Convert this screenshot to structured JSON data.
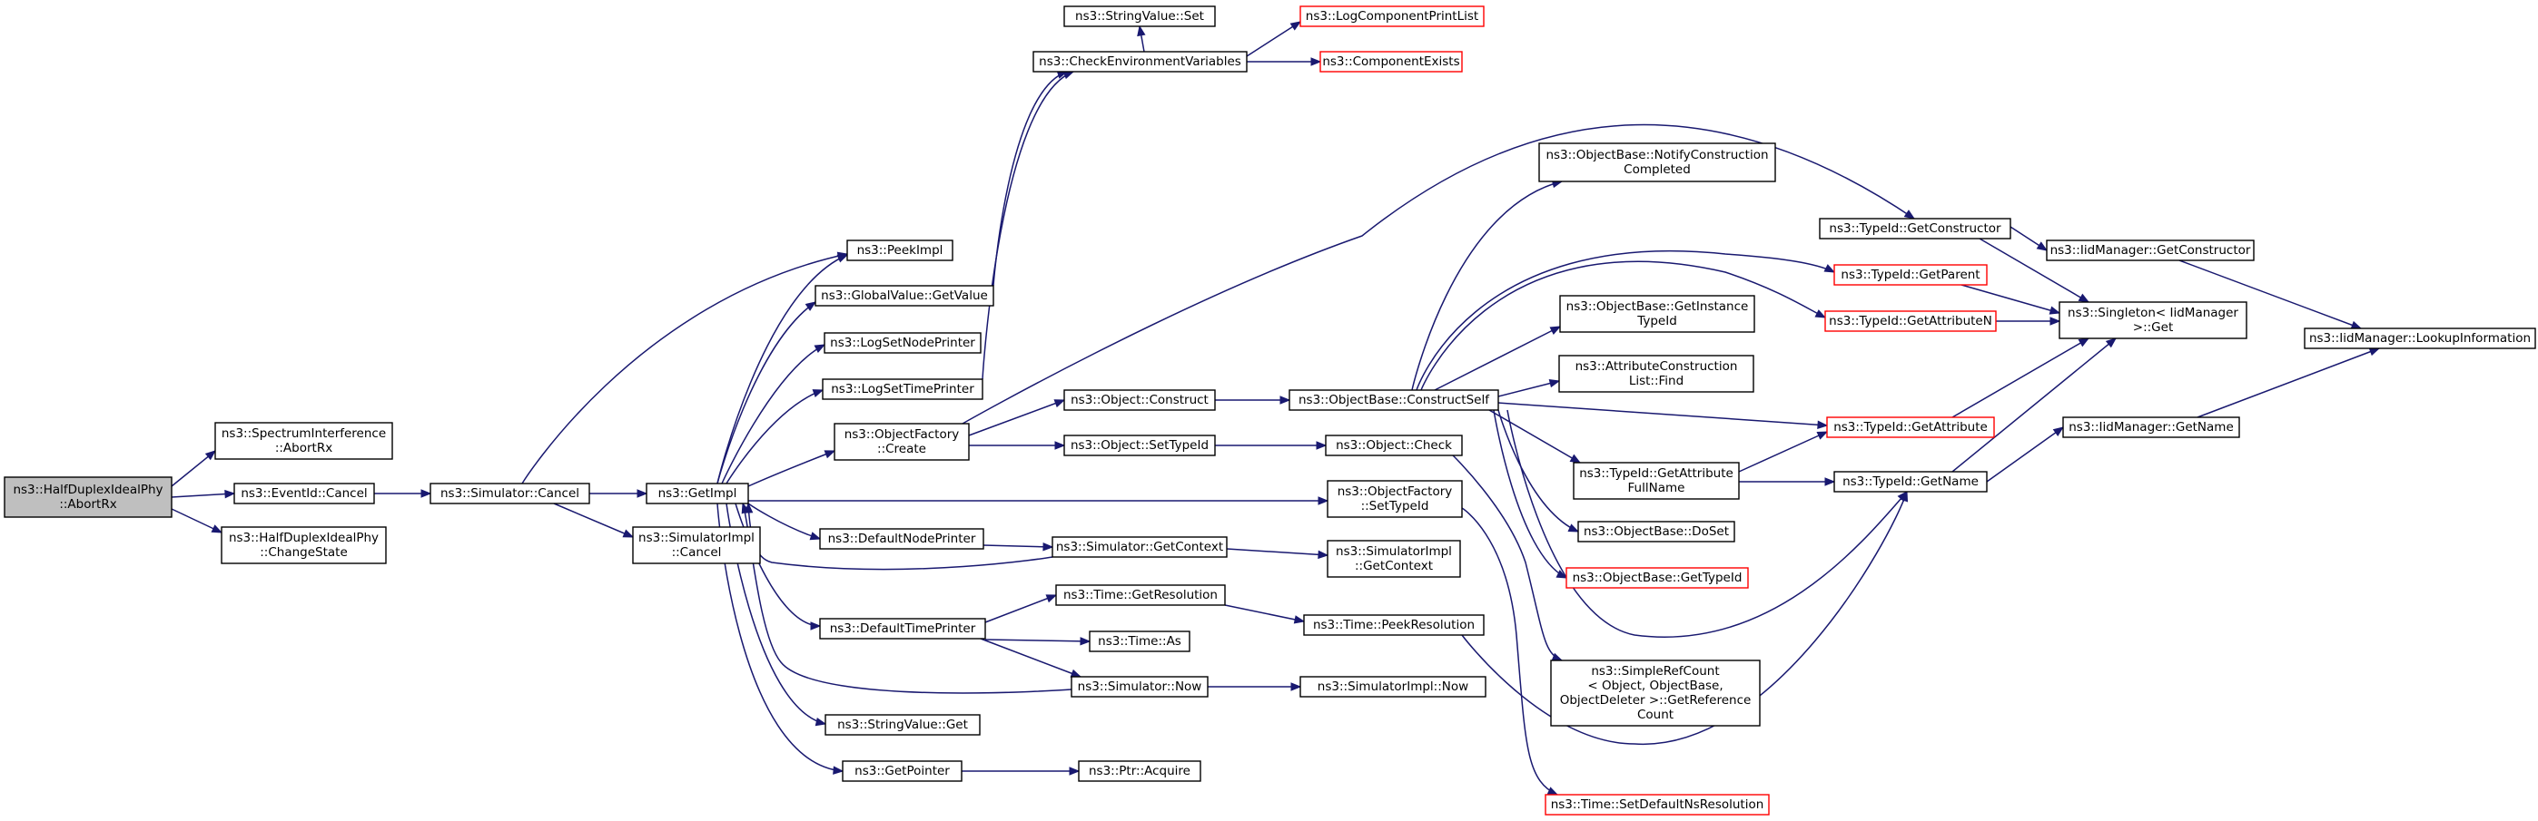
{
  "nodes": {
    "root": [
      "ns3::HalfDuplexIdealPhy",
      "::AbortRx"
    ],
    "spectrum_abortrx": [
      "ns3::SpectrumInterference",
      "::AbortRx"
    ],
    "eventid_cancel": [
      "ns3::EventId::Cancel"
    ],
    "changestate": [
      "ns3::HalfDuplexIdealPhy",
      "::ChangeState"
    ],
    "sim_cancel": [
      "ns3::Simulator::Cancel"
    ],
    "getimpl": [
      "ns3::GetImpl"
    ],
    "simimpl_cancel": [
      "ns3::SimulatorImpl",
      "::Cancel"
    ],
    "peekimpl": [
      "ns3::PeekImpl"
    ],
    "gv_getvalue": [
      "ns3::GlobalValue::GetValue"
    ],
    "logsetnodeprinter": [
      "ns3::LogSetNodePrinter"
    ],
    "logsettimeprinter": [
      "ns3::LogSetTimePrinter"
    ],
    "of_create": [
      "ns3::ObjectFactory",
      "::Create"
    ],
    "defaultnodeprinter": [
      "ns3::DefaultNodePrinter"
    ],
    "defaulttimeprinter": [
      "ns3::DefaultTimePrinter"
    ],
    "stringvalue_get": [
      "ns3::StringValue::Get"
    ],
    "getpointer": [
      "ns3::GetPointer"
    ],
    "stringvalue_set": [
      "ns3::StringValue::Set"
    ],
    "checkenv": [
      "ns3::CheckEnvironmentVariables"
    ],
    "logcompprintlist": [
      "ns3::LogComponentPrintList"
    ],
    "compexists": [
      "ns3::ComponentExists"
    ],
    "obj_construct": [
      "ns3::Object::Construct"
    ],
    "obj_settypeid": [
      "ns3::Object::SetTypeId"
    ],
    "sim_getcontext": [
      "ns3::Simulator::GetContext"
    ],
    "time_getres": [
      "ns3::Time::GetResolution"
    ],
    "time_as": [
      "ns3::Time::As"
    ],
    "sim_now": [
      "ns3::Simulator::Now"
    ],
    "ptr_acquire": [
      "ns3::Ptr::Acquire"
    ],
    "ob_constructself": [
      "ns3::ObjectBase::ConstructSelf"
    ],
    "obj_check": [
      "ns3::Object::Check"
    ],
    "of_settypeid": [
      "ns3::ObjectFactory",
      "::SetTypeId"
    ],
    "simimpl_getcontext": [
      "ns3::SimulatorImpl",
      "::GetContext"
    ],
    "time_peekres": [
      "ns3::Time::PeekResolution"
    ],
    "simimpl_now": [
      "ns3::SimulatorImpl::Now"
    ],
    "ob_notify": [
      "ns3::ObjectBase::NotifyConstruction",
      "Completed"
    ],
    "ob_getinstancetypeid": [
      "ns3::ObjectBase::GetInstance",
      "TypeId"
    ],
    "attr_find": [
      "ns3::AttributeConstruction",
      "List::Find"
    ],
    "tid_getattrfullname": [
      "ns3::TypeId::GetAttribute",
      "FullName"
    ],
    "ob_doset": [
      "ns3::ObjectBase::DoSet"
    ],
    "ob_gettypeid": [
      "ns3::ObjectBase::GetTypeId"
    ],
    "simplerefcount": [
      "ns3::SimpleRefCount",
      "< Object, ObjectBase,",
      "ObjectDeleter >::GetReference",
      "Count"
    ],
    "time_setdefaultns": [
      "ns3::Time::SetDefaultNsResolution"
    ],
    "tid_getconstructor": [
      "ns3::TypeId::GetConstructor"
    ],
    "tid_getparent": [
      "ns3::TypeId::GetParent"
    ],
    "tid_getattributen": [
      "ns3::TypeId::GetAttributeN"
    ],
    "tid_getattribute": [
      "ns3::TypeId::GetAttribute"
    ],
    "tid_getname": [
      "ns3::TypeId::GetName"
    ],
    "iid_getconstructor": [
      "ns3::IidManager::GetConstructor"
    ],
    "singleton_get": [
      "ns3::Singleton< IidManager",
      ">::Get"
    ],
    "iid_getname": [
      "ns3::IidManager::GetName"
    ],
    "iid_lookup": [
      "ns3::IidManager::LookupInformation"
    ]
  },
  "colors": {
    "edge": "#191970",
    "border": "#000000",
    "border_incomplete": "#ff0000",
    "root_fill": "#bfbfbf"
  }
}
